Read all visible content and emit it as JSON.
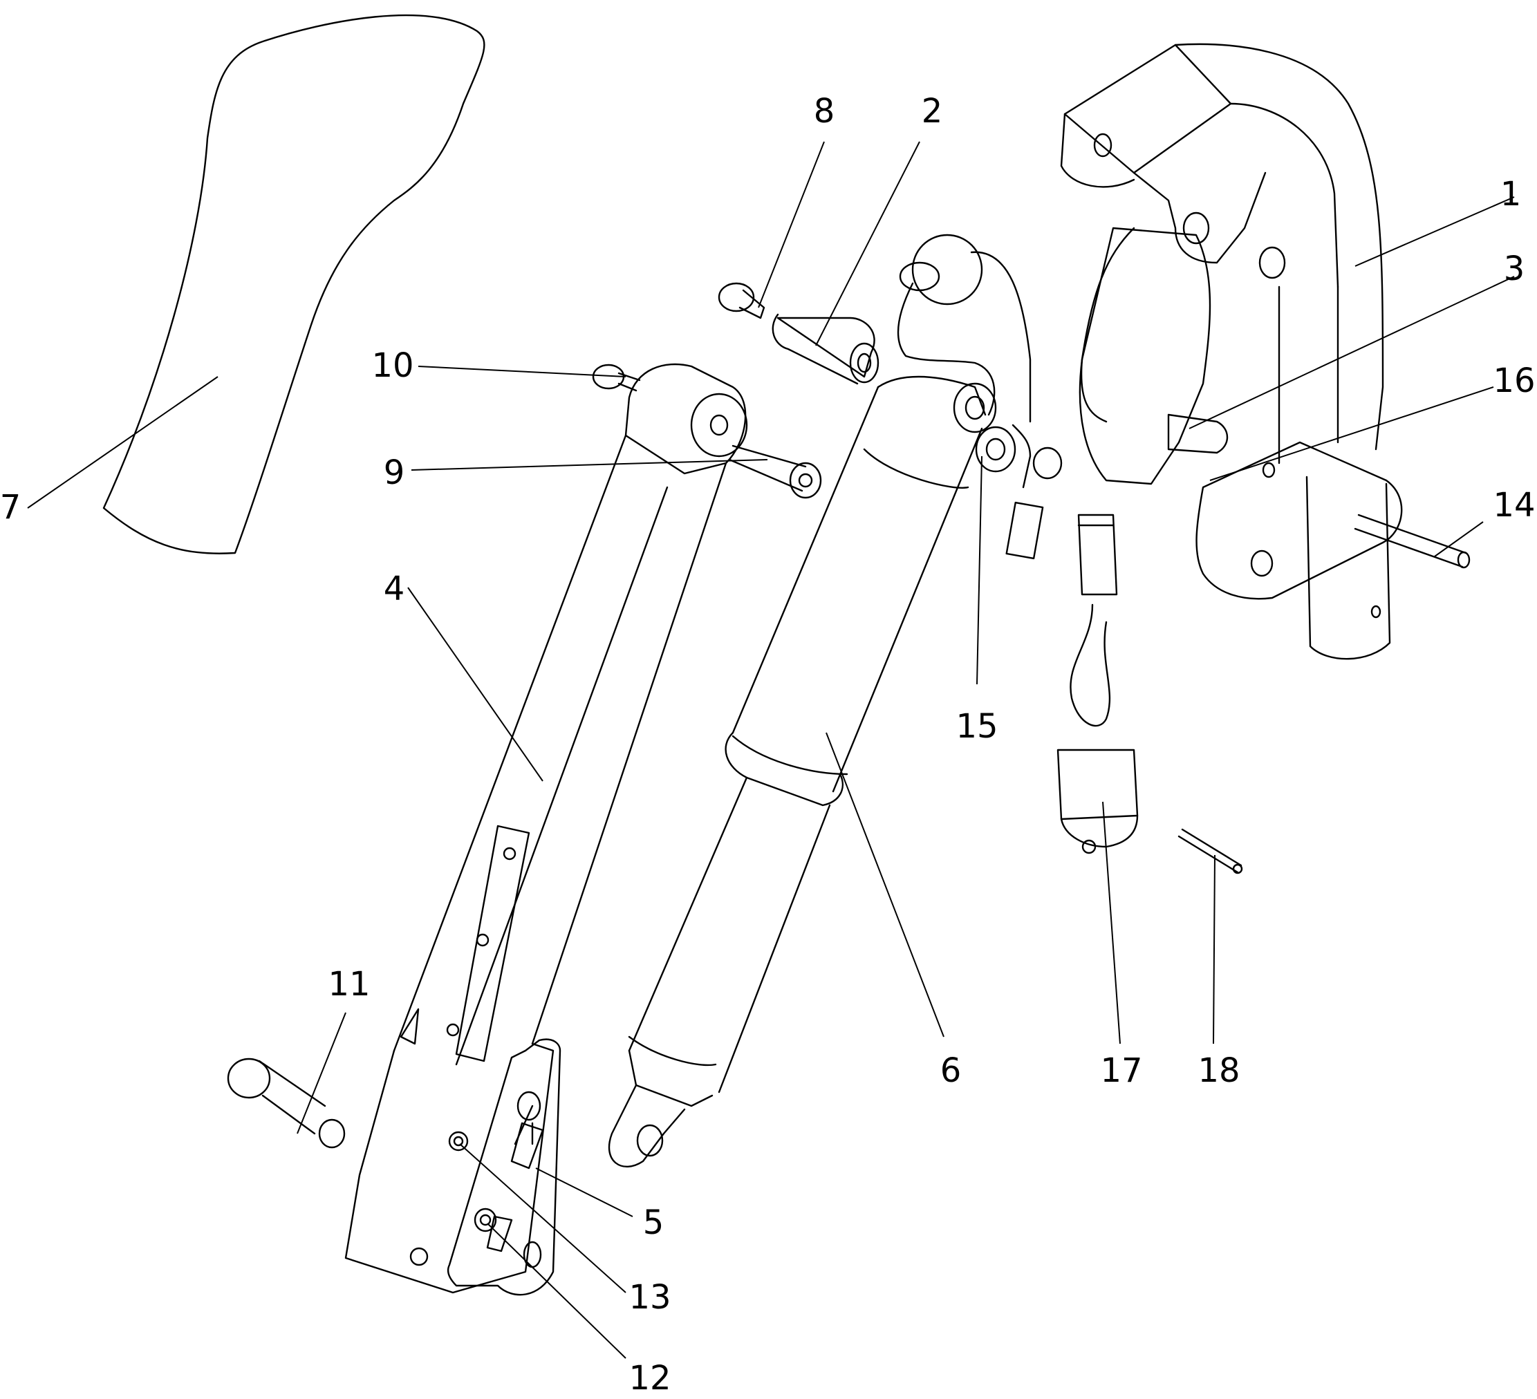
{
  "diagram": {
    "type": "exploded-parts-drawing",
    "line_color": "#000000",
    "background": "#ffffff",
    "callouts": [
      {
        "id": "c1",
        "label": "1"
      },
      {
        "id": "c2",
        "label": "2"
      },
      {
        "id": "c3",
        "label": "3"
      },
      {
        "id": "c4",
        "label": "4"
      },
      {
        "id": "c5",
        "label": "5"
      },
      {
        "id": "c6",
        "label": "6"
      },
      {
        "id": "c7",
        "label": "7"
      },
      {
        "id": "c8",
        "label": "8"
      },
      {
        "id": "c9",
        "label": "9"
      },
      {
        "id": "c10",
        "label": "10"
      },
      {
        "id": "c11",
        "label": "11"
      },
      {
        "id": "c12",
        "label": "12"
      },
      {
        "id": "c13",
        "label": "13"
      },
      {
        "id": "c14",
        "label": "14"
      },
      {
        "id": "c15",
        "label": "15"
      },
      {
        "id": "c16",
        "label": "16"
      },
      {
        "id": "c17",
        "label": "17"
      },
      {
        "id": "c18",
        "label": "18"
      }
    ]
  }
}
